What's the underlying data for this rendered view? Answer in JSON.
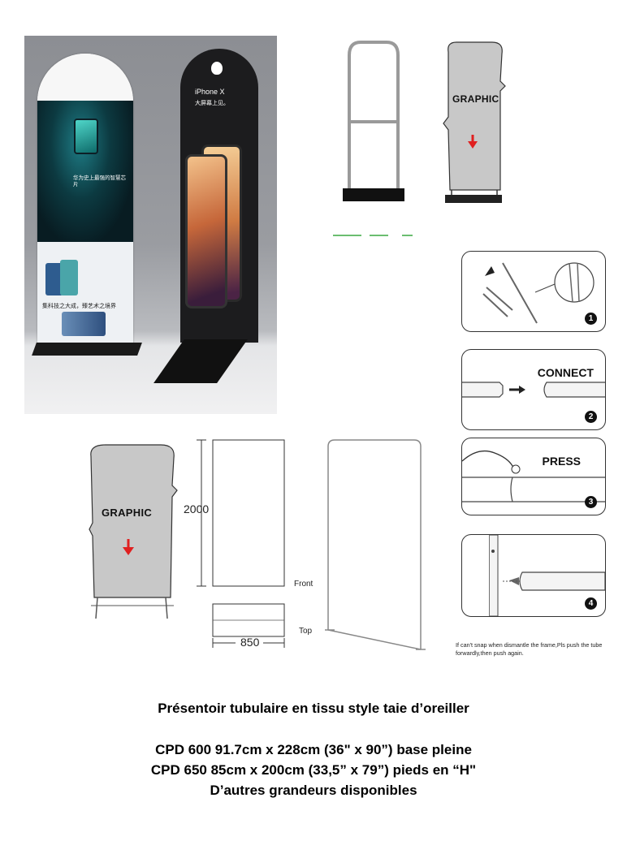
{
  "photo": {
    "left_banner": {
      "headline": "华为史上最强的智慧芯片",
      "tagline": "集科技之大成，臻艺术之境界"
    },
    "right_banner": {
      "model": "iPhone X",
      "slogan": "大屏幕上见。"
    }
  },
  "diagrams": {
    "graphic_label_top": "GRAPHIC",
    "graphic_label_bottom": "GRAPHIC",
    "height_label": "2000",
    "width_label": "850",
    "front_label": "Front",
    "top_label": "Top"
  },
  "steps": [
    {
      "number": "1",
      "word": ""
    },
    {
      "number": "2",
      "word": "CONNECT"
    },
    {
      "number": "3",
      "word": "PRESS"
    },
    {
      "number": "4",
      "word": ""
    }
  ],
  "note": "If can't snap when dismantle the frame,Pls push the tube forwardly,then push again.",
  "caption": {
    "title": "Présentoir tubulaire en tissu style taie d’oreiller",
    "line1": "CPD 600  91.7cm x 228cm (36\" x 90”) base pleine",
    "line2": "CPD 650 85cm x 200cm (33,5” x 79”) pieds en “H\"",
    "line3": "D’autres grandeurs disponibles"
  },
  "colors": {
    "arrow_red": "#e02020",
    "cover_gray": "#c8c8c8",
    "frame_gray": "#9a9a9a"
  }
}
